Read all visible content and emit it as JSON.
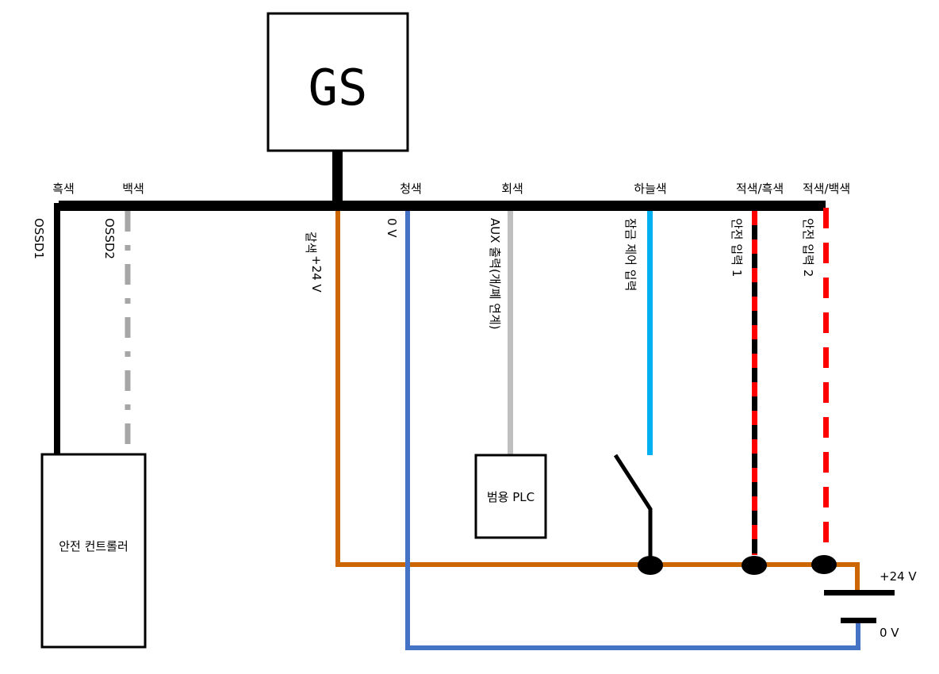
{
  "title_block": {
    "label": "GS"
  },
  "wire_colors": {
    "black": "#000000",
    "white_line": "#a6a6a6",
    "brown": "#cc6600",
    "blue": "#4472c4",
    "gray": "#bfbfbf",
    "sky_blue": "#00b0f0",
    "red": "#ff0000"
  },
  "wires": [
    {
      "id": "ossd1",
      "color_name": "흑색",
      "function": "OSSD1"
    },
    {
      "id": "ossd2",
      "color_name": "백색",
      "function": "OSSD2"
    },
    {
      "id": "power",
      "color_name": "갈색",
      "function": "+24 V"
    },
    {
      "id": "ground",
      "color_name": "청색",
      "function": "0 V"
    },
    {
      "id": "aux",
      "color_name": "회색",
      "function": "AUX 출력(개/폐 연계)"
    },
    {
      "id": "lock",
      "color_name": "하늘색",
      "function": "잠금 제어 입력"
    },
    {
      "id": "safety1",
      "color_name": "적색/흑색",
      "function": "안전 입력 1"
    },
    {
      "id": "safety2",
      "color_name": "적색/백색",
      "function": "안전 입력 2"
    }
  ],
  "devices": {
    "safety_controller": "안전 컨트롤러",
    "plc": "범용 PLC"
  },
  "supply": {
    "positive": "+24 V",
    "negative": "0 V"
  }
}
